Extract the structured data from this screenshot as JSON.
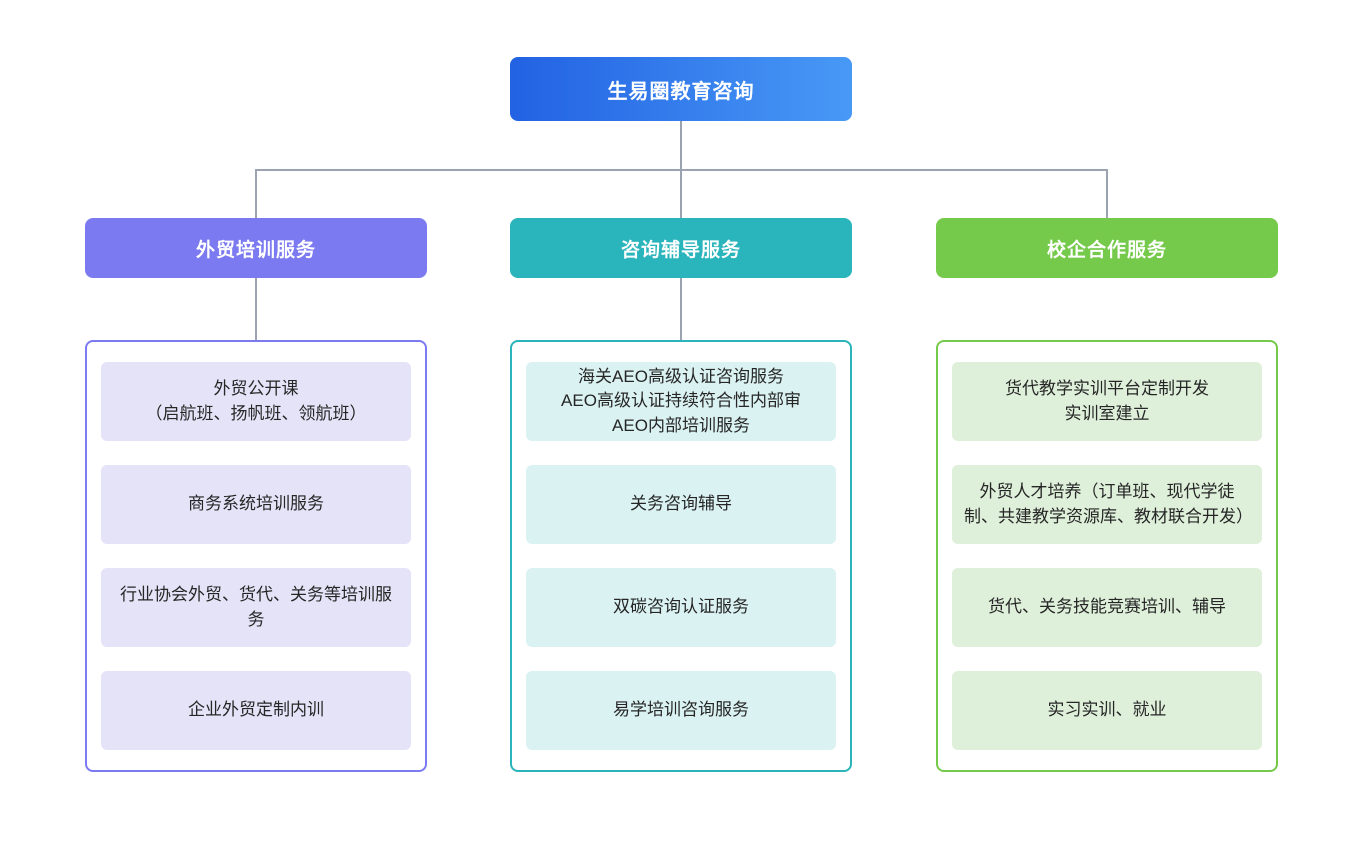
{
  "root": {
    "label": "生易圈教育咨询",
    "gradient_from": "#2262e3",
    "gradient_to": "#4899f6"
  },
  "connector_color": "#9aa3af",
  "branches": [
    {
      "label": "外贸培训服务",
      "color": "#7b7af0",
      "item_bg": "#e5e3f8",
      "items": [
        {
          "label": "外贸公开课\n（启航班、扬帆班、领航班）"
        },
        {
          "label": "商务系统培训服务"
        },
        {
          "label": "行业协会外贸、货代、关务等培训服务"
        },
        {
          "label": "企业外贸定制内训"
        }
      ]
    },
    {
      "label": "咨询辅导服务",
      "color": "#2ab4bb",
      "item_bg": "#dbf2f3",
      "items": [
        {
          "label": "海关AEO高级认证咨询服务\nAEO高级认证持续符合性内部审\nAEO内部培训服务"
        },
        {
          "label": "关务咨询辅导"
        },
        {
          "label": "双碳咨询认证服务"
        },
        {
          "label": "易学培训咨询服务"
        }
      ]
    },
    {
      "label": "校企合作服务",
      "color": "#75ca4b",
      "item_bg": "#def0da",
      "items": [
        {
          "label": "货代教学实训平台定制开发\n实训室建立"
        },
        {
          "label": "外贸人才培养（订单班、现代学徒制、共建教学资源库、教材联合开发）"
        },
        {
          "label": "货代、关务技能竞赛培训、辅导"
        },
        {
          "label": "实习实训、就业"
        }
      ]
    }
  ]
}
